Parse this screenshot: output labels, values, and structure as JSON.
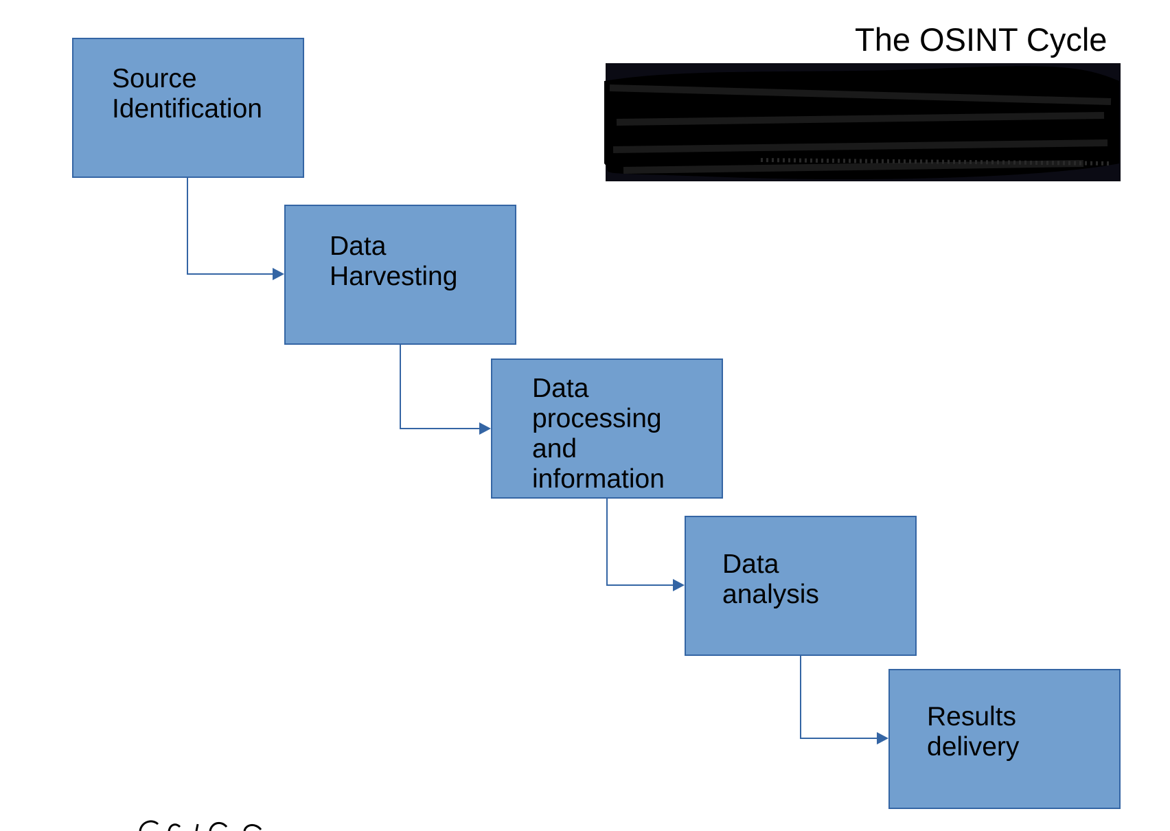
{
  "diagram": {
    "title": "The OSINT Cycle",
    "steps": [
      {
        "id": "source",
        "label": "Source\nIdentification"
      },
      {
        "id": "harvest",
        "label": "Data\nHarvesting"
      },
      {
        "id": "process",
        "label": "Data\nprocessing\nand\ninformation"
      },
      {
        "id": "analysis",
        "label": "Data\nanalysis"
      },
      {
        "id": "delivery",
        "label": "Results\ndelivery"
      }
    ],
    "colors": {
      "box_fill": "#729fcf",
      "box_border": "#3465a4",
      "connector": "#3465a4",
      "redaction": "#000000"
    }
  }
}
